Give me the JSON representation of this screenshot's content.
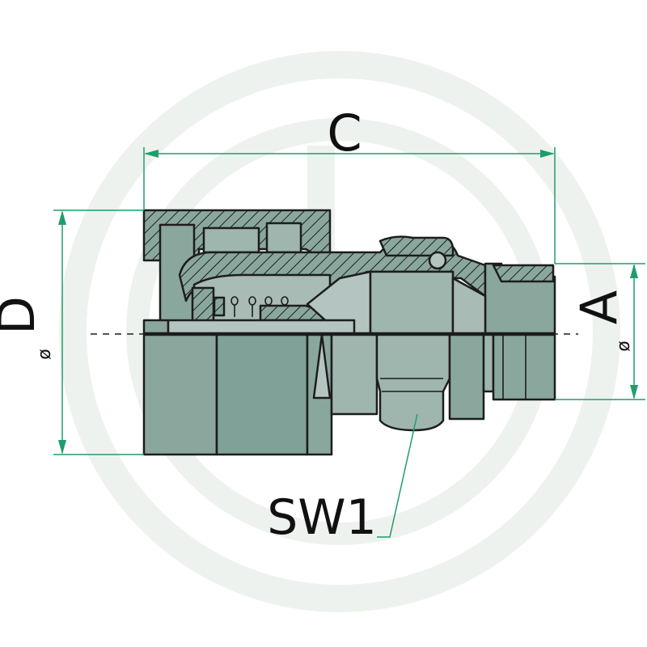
{
  "labels": {
    "c": "C",
    "d": "D",
    "a": "A",
    "sw1": "SW1",
    "dia_d": "ø",
    "dia_a": "ø"
  },
  "colors": {
    "body": "#8aa79e",
    "body_dark": "#6f8f86",
    "bore": "#7fa197",
    "light": "#b4c4c0",
    "hatch": "#1d1d1d",
    "dimension": "#1e9e6a",
    "watermark": "#e9efe9"
  }
}
